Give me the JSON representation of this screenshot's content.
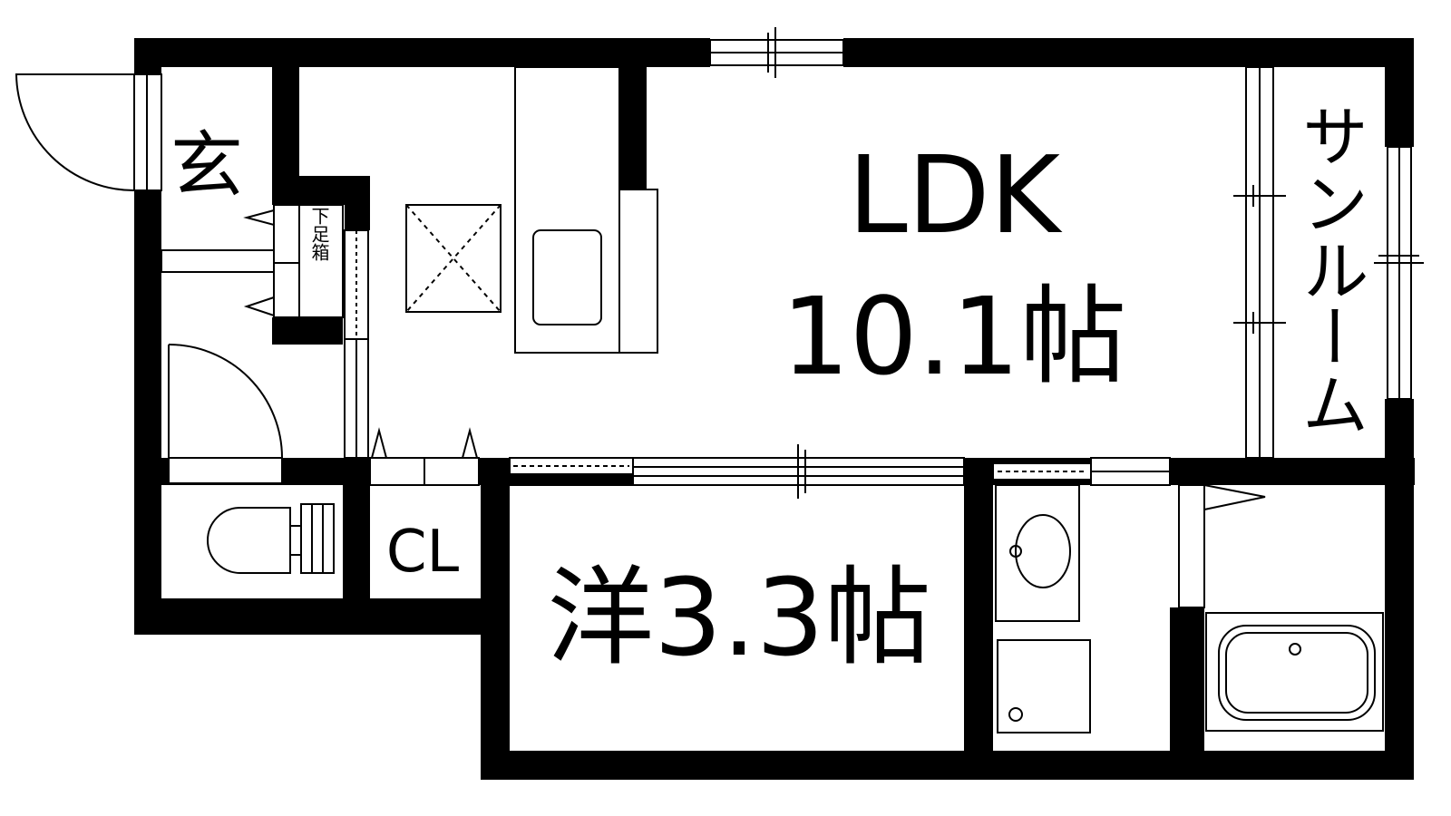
{
  "floor_plan": {
    "rooms": {
      "ldk_name": "LDK",
      "ldk_size": "10.1帖",
      "western_room": "洋3.3帖",
      "entrance": "玄",
      "sunroom": "サンルーム",
      "shoe_box": "下足箱",
      "closet": "CL"
    }
  }
}
